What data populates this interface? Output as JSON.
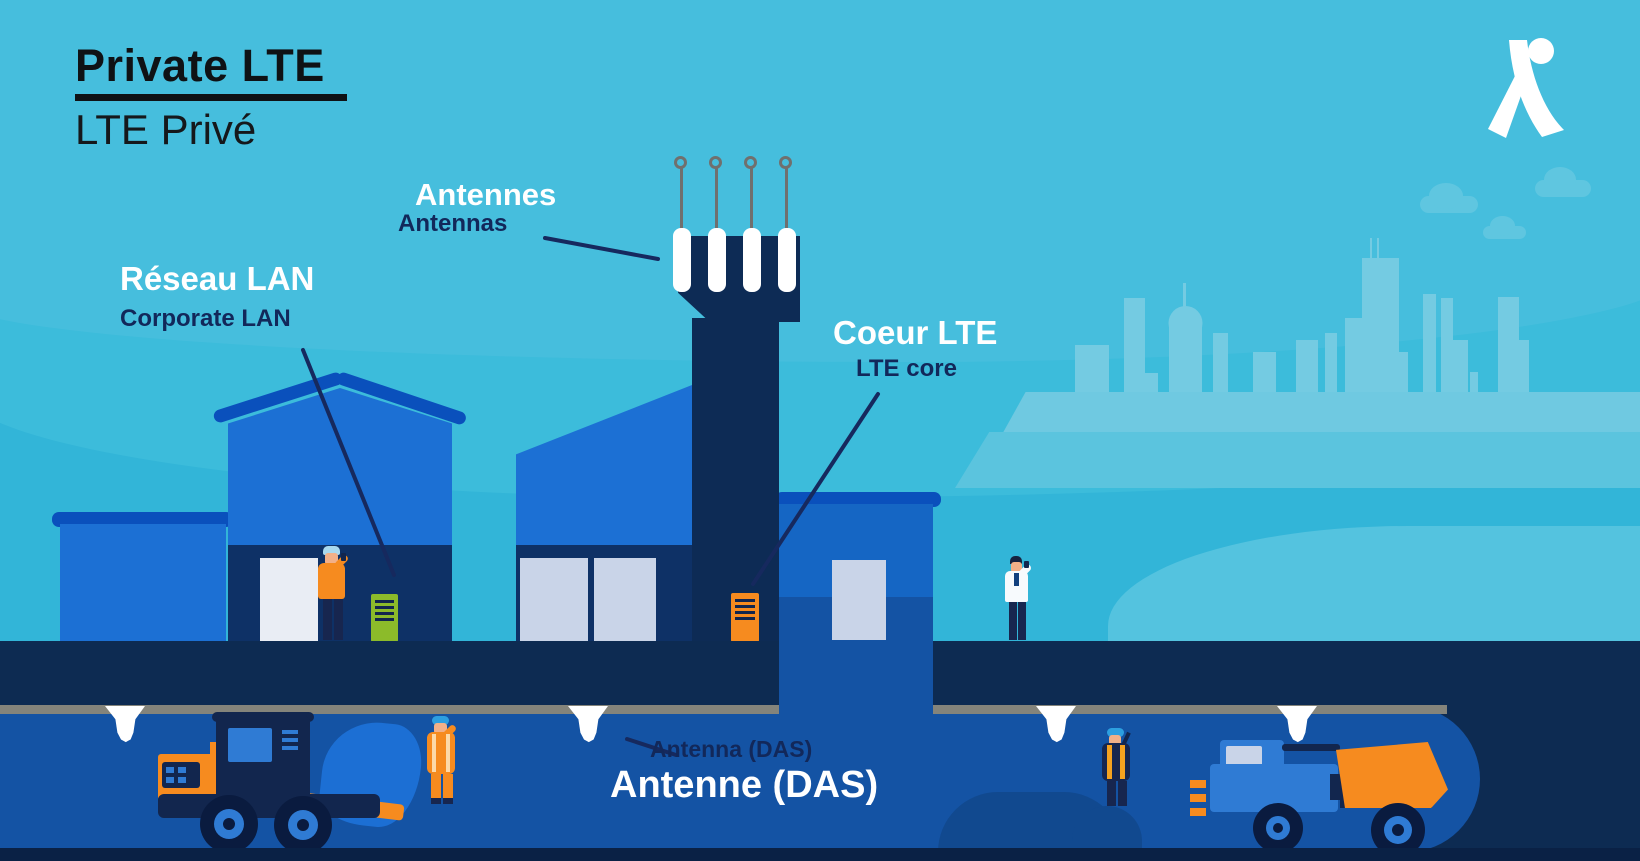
{
  "header": {
    "title_en": "Private LTE",
    "title_fr": "LTE Privé"
  },
  "logo": {
    "icon": "walking-figure-logo"
  },
  "callouts": {
    "antennas": {
      "fr": "Antennes",
      "en": "Antennas"
    },
    "lan": {
      "fr": "Réseau LAN",
      "en": "Corporate LAN"
    },
    "core": {
      "fr": "Coeur LTE",
      "en": "LTE core"
    },
    "das": {
      "en": "Antenna (DAS)",
      "fr": "Antenne (DAS)"
    }
  },
  "palette": {
    "sky": "#32B5D8",
    "skyline": "#74CBE2",
    "navy": "#0D2B55",
    "building_blue": "#1C70D4",
    "roof_blue": "#0A50BC",
    "tunnel_blue": "#1453A4",
    "accent_orange": "#F68B1F",
    "cabinet_green": "#8CBB2A",
    "label_navy": "#12285A",
    "white": "#FFFFFF"
  }
}
